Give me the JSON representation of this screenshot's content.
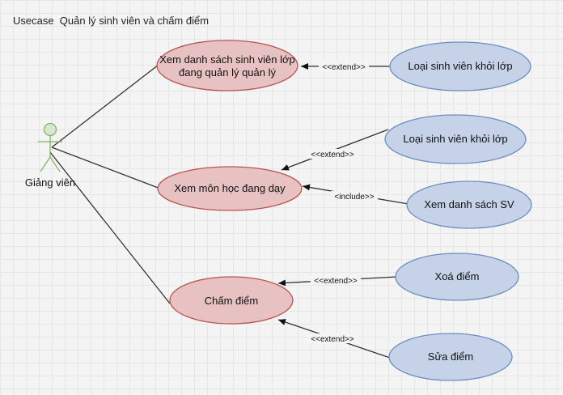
{
  "title": "Usecase  Quản lý sinh viên và chấm điểm",
  "actor": {
    "name": "Giảng viên"
  },
  "colors": {
    "primary_fill": "#e8c2c3",
    "primary_stroke": "#b85450",
    "secondary_fill": "#c5d2e8",
    "secondary_stroke": "#6c8ebf",
    "actor_fill": "#d5e8d4",
    "actor_stroke": "#82b366",
    "line": "#333333"
  },
  "primary_use_cases": [
    {
      "id": "uc1",
      "lines": [
        "Xem danh sách sinh viên lớp",
        "đang quản lý quản lý"
      ]
    },
    {
      "id": "uc2",
      "lines": [
        "Xem môn học đang dạy"
      ]
    },
    {
      "id": "uc3",
      "lines": [
        "Chấm điểm"
      ]
    }
  ],
  "secondary_use_cases": [
    {
      "id": "s1",
      "label": "Loại sinh viên khỏi lớp"
    },
    {
      "id": "s2",
      "label": "Loại sinh viên khỏi lớp"
    },
    {
      "id": "s3",
      "label": "Xem danh sách SV"
    },
    {
      "id": "s4",
      "label": "Xoá điểm"
    },
    {
      "id": "s5",
      "label": "Sửa điểm"
    }
  ],
  "relations": [
    {
      "id": "r1",
      "label": "<<extend>>"
    },
    {
      "id": "r2",
      "label": "<<extend>>"
    },
    {
      "id": "r3",
      "label": "<include>>"
    },
    {
      "id": "r4",
      "label": "<<extend>>"
    },
    {
      "id": "r5",
      "label": "<<extend>>"
    }
  ]
}
